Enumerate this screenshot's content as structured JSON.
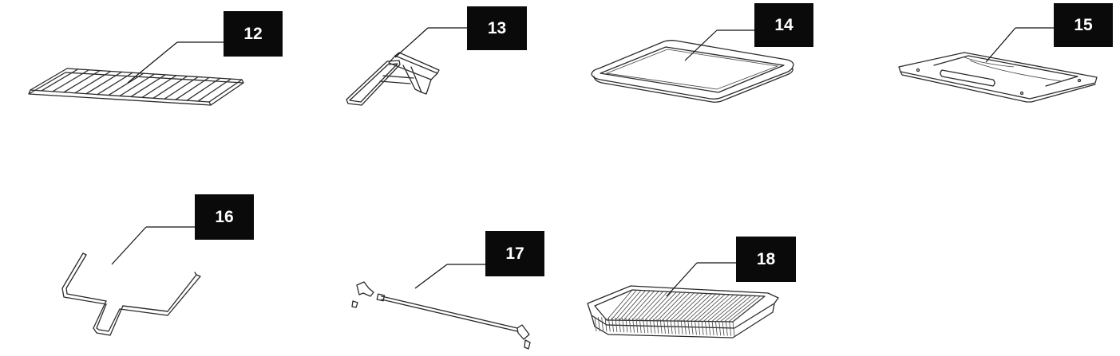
{
  "parts": [
    {
      "number": "12",
      "item": "wire-rack"
    },
    {
      "number": "13",
      "item": "tray-handle"
    },
    {
      "number": "14",
      "item": "baking-tray"
    },
    {
      "number": "15",
      "item": "crumb-tray"
    },
    {
      "number": "16",
      "item": "rotisserie-fork-lifter"
    },
    {
      "number": "17",
      "item": "rotisserie-spit"
    },
    {
      "number": "18",
      "item": "air-fry-basket"
    }
  ],
  "colors": {
    "badge": "#0a0a0a",
    "badge_text": "#ffffff",
    "line": "#2a2a2a"
  }
}
